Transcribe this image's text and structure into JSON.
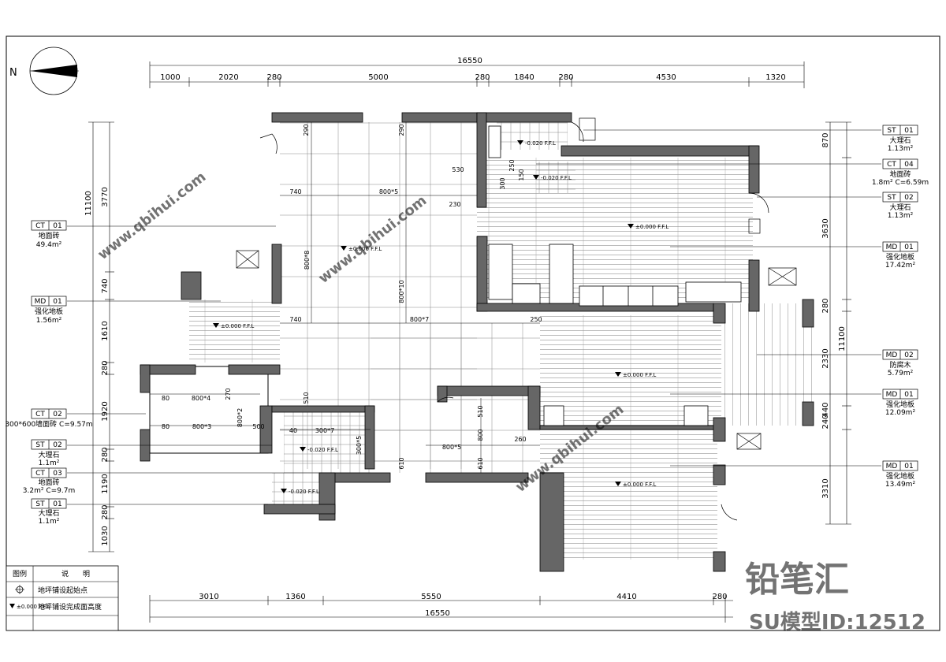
{
  "total_dims": {
    "top": "16550",
    "bottom": "16550",
    "left": "11100",
    "right": "11100"
  },
  "top_dims": [
    "1000",
    "2020",
    "280",
    "5000",
    "280",
    "1840",
    "280",
    "4530",
    "1320"
  ],
  "bottom_dims": [
    "3010",
    "1360",
    "5550",
    "4410",
    "280"
  ],
  "left_dims": [
    "3770",
    "740",
    "1610",
    "280",
    "1920",
    "280",
    "1190",
    "280",
    "1030"
  ],
  "right_dims": [
    "870",
    "3630",
    "280",
    "2330",
    "240",
    "440",
    "3310"
  ],
  "left_tags": [
    {
      "code": "CT",
      "num": "01",
      "name": "地面砖",
      "qty": "49.4m²"
    },
    {
      "code": "MD",
      "num": "01",
      "name": "强化地板",
      "qty": "1.56m²"
    },
    {
      "code": "CT",
      "num": "02",
      "name": "300*600墙面砖 C=9.57m",
      "qty": ""
    },
    {
      "code": "ST",
      "num": "02",
      "name": "大理石",
      "qty": "1.1m²"
    },
    {
      "code": "CT",
      "num": "03",
      "name": "地面砖",
      "qty": "3.2m² C=9.7m"
    },
    {
      "code": "ST",
      "num": "01",
      "name": "大理石",
      "qty": "1.1m²"
    }
  ],
  "right_tags": [
    {
      "code": "ST",
      "num": "01",
      "name": "大理石",
      "qty": "1.13m²"
    },
    {
      "code": "CT",
      "num": "04",
      "name": "地面砖",
      "qty": "1.8m² C=6.59m"
    },
    {
      "code": "ST",
      "num": "02",
      "name": "大理石",
      "qty": "1.13m²"
    },
    {
      "code": "MD",
      "num": "01",
      "name": "强化地板",
      "qty": "17.42m²"
    },
    {
      "code": "MD",
      "num": "02",
      "name": "防腐木",
      "qty": "5.79m²"
    },
    {
      "code": "MD",
      "num": "01",
      "name": "强化地板",
      "qty": "12.09m²"
    },
    {
      "code": "MD",
      "num": "01",
      "name": "强化地板",
      "qty": "13.49m²"
    }
  ],
  "inner_labels": {
    "l740a": "740",
    "l800x5a": "800*5",
    "l800x8": "800*8",
    "l800x10": "800*10",
    "l740b": "740",
    "l800x7": "800*7",
    "l250": "250",
    "l530": "530",
    "l230": "230",
    "l300": "300",
    "l150": "150",
    "l250b": "250",
    "l290a": "290",
    "l290b": "290",
    "l80a": "80",
    "l800x4": "800*4",
    "l270": "270",
    "l80b": "80",
    "l800x3": "800*3",
    "l800x2": "800*2",
    "l500": "500",
    "l40": "40",
    "l300x7": "300*7",
    "l300x5": "300*5",
    "l510a": "510",
    "l510b": "510",
    "l800": "800",
    "l260": "260",
    "l800x5b": "800*5",
    "l610a": "610",
    "l610b": "610"
  },
  "levels": {
    "main": "±0.000 F.F.L",
    "wet": "-0.020 F.F.L"
  },
  "legend": {
    "col1": "图例",
    "col2": "说　　明",
    "row1": "地坪铺设起始点",
    "row2_sym": "±0.000 F.F.L",
    "row2": "地坪铺设完成面高度"
  },
  "north": "N",
  "watermark": {
    "brand": "铅笔汇",
    "id": "SU模型ID:12512",
    "site": "www.qbihui.com"
  }
}
